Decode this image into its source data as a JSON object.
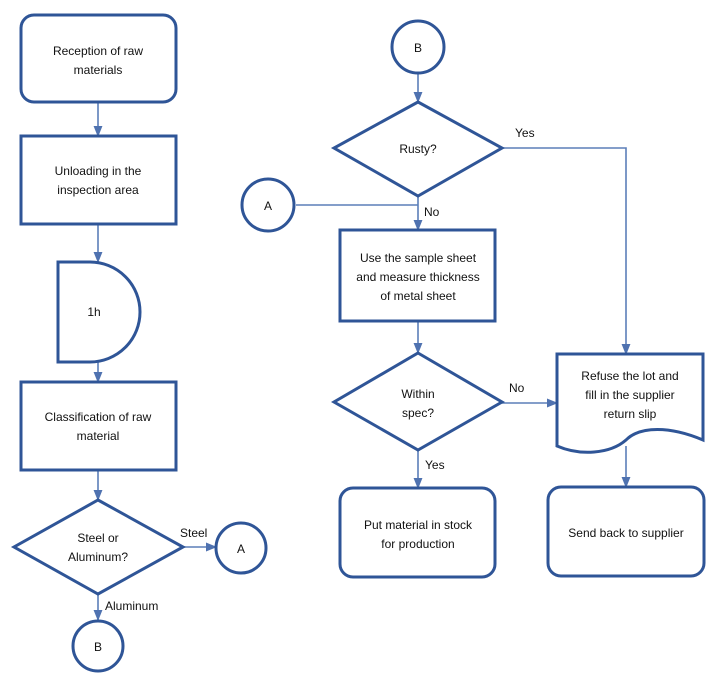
{
  "colors": {
    "stroke": "#2F5597",
    "connector": "#5B7FB9",
    "fill": "#FFFFFF",
    "text": "#111111"
  },
  "nodes": {
    "reception": [
      "Reception of raw",
      "materials"
    ],
    "unloading": [
      "Unloading in the",
      "inspection area"
    ],
    "delay": "1h",
    "classification": [
      "Classification of raw",
      "material"
    ],
    "steel_or_aluminum": [
      "Steel or",
      "Aluminum?"
    ],
    "connector_a_left": "A",
    "connector_b_left": "B",
    "connector_b_top": "B",
    "rusty": "Rusty?",
    "connector_a_mid": "A",
    "measure": [
      "Use the sample sheet",
      "and measure thickness",
      "of metal sheet"
    ],
    "within_spec": [
      "Within",
      "spec?"
    ],
    "stock": [
      "Put material in stock",
      "for production"
    ],
    "refuse": [
      "Refuse the lot and",
      "fill in the supplier",
      "return slip"
    ],
    "send_back": "Send back to supplier"
  },
  "edge_labels": {
    "steel": "Steel",
    "aluminum": "Aluminum",
    "rusty_yes": "Yes",
    "rusty_no": "No",
    "spec_no": "No",
    "spec_yes": "Yes"
  }
}
